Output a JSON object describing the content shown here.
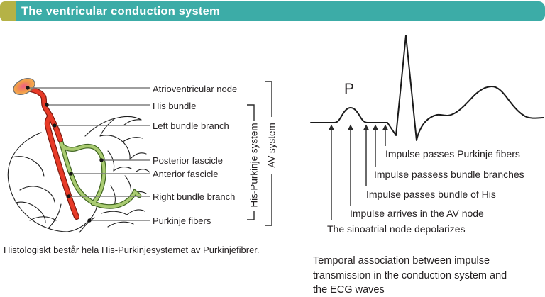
{
  "header": {
    "title": "The ventricular conduction system"
  },
  "colors": {
    "header_teal": "#3caca7",
    "header_olive": "#b5b246",
    "bundle_red": "#e73a27",
    "bundle_red_dark": "#7c1a10",
    "bundle_green": "#a9cb71",
    "bundle_green_dark": "#3f6420",
    "node_center": "#ed5c86",
    "node_mid": "#f29a4a",
    "node_edge": "#f6b95c",
    "ink": "#231f20",
    "line_gray": "#7f7f7f"
  },
  "anatomy": {
    "labels": [
      "Atrioventricular node",
      "His bundle",
      "Left bundle branch",
      "Posterior fascicle",
      "Anterior fascicle",
      "Right bundle branch",
      "Purkinje fibers"
    ],
    "bracket_his_purkinje": "His-Purkinje system",
    "bracket_av": "AV system",
    "caption": "Histologiskt består hela His-Purkinjesystemet av Purkinjefibrer."
  },
  "ecg": {
    "p_label": "P",
    "annotations": [
      "Impulse passes Purkinje fibers",
      "Impulse passess bundle branches",
      "Impulse passes bundle of His",
      "Impulse arrives in the AV node",
      "The sinoatrial node depolarizes"
    ],
    "caption_lines": [
      "Temporal association between impulse",
      "transmission in the conduction system and",
      "the ECG waves"
    ]
  }
}
